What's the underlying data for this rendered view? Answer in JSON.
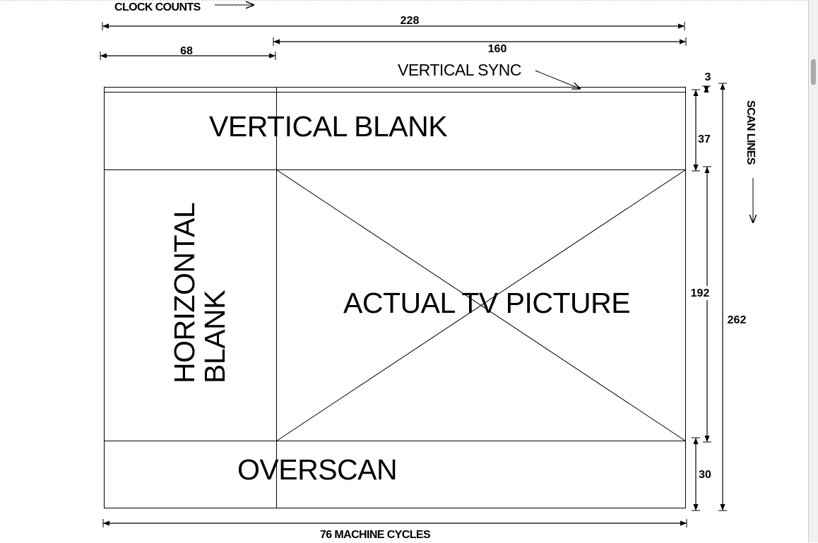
{
  "diagram": {
    "clock_counts": "CLOCK COUNTS",
    "clocks_total": "228",
    "clocks_hblank": "68",
    "clocks_visible": "160",
    "vertical_sync": "VERTICAL SYNC",
    "vertical_blank": "VERTICAL BLANK",
    "horizontal_blank_line1": "HORIZONTAL",
    "horizontal_blank_line2": "BLANK",
    "actual_tv_picture": "ACTUAL TV PICTURE",
    "overscan": "OVERSCAN",
    "machine_cycles": "76 MACHINE CYCLES",
    "scan_lines": "SCAN LINES",
    "lines_vsync": "3",
    "lines_vblank": "37",
    "lines_picture": "192",
    "lines_overscan": "30",
    "lines_total": "262"
  }
}
